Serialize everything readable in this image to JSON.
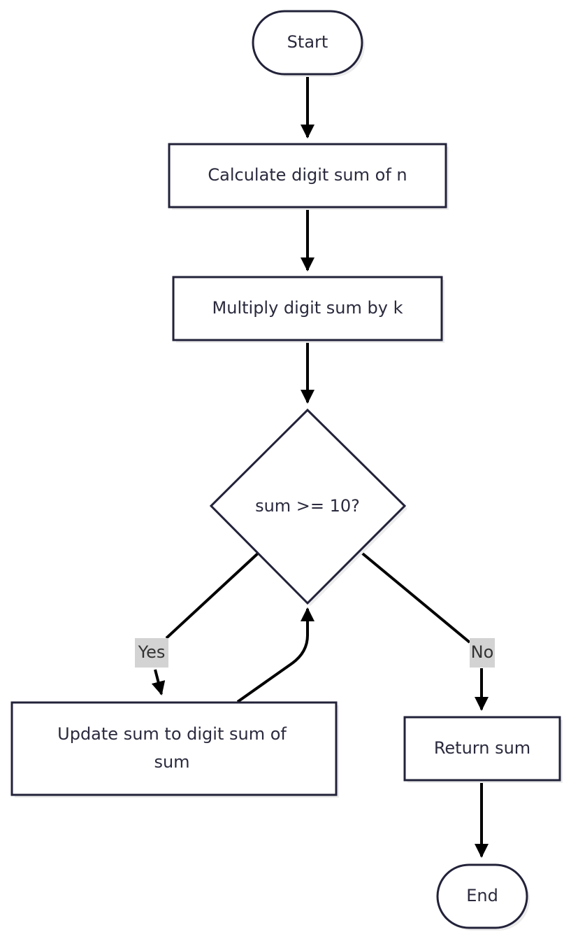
{
  "nodes": {
    "start": "Start",
    "calc": "Calculate digit sum of n",
    "multiply": "Multiply digit sum by k",
    "decision": "sum >= 10?",
    "update_line1": "Update sum to digit sum of",
    "update_line2": "sum",
    "return": "Return sum",
    "end": "End"
  },
  "edges": {
    "yes": "Yes",
    "no": "No"
  },
  "colors": {
    "stroke": "#22223a",
    "shadow": "#ececec",
    "text": "#2a2a3e",
    "edge_label_bg": "#d3d3d3"
  }
}
